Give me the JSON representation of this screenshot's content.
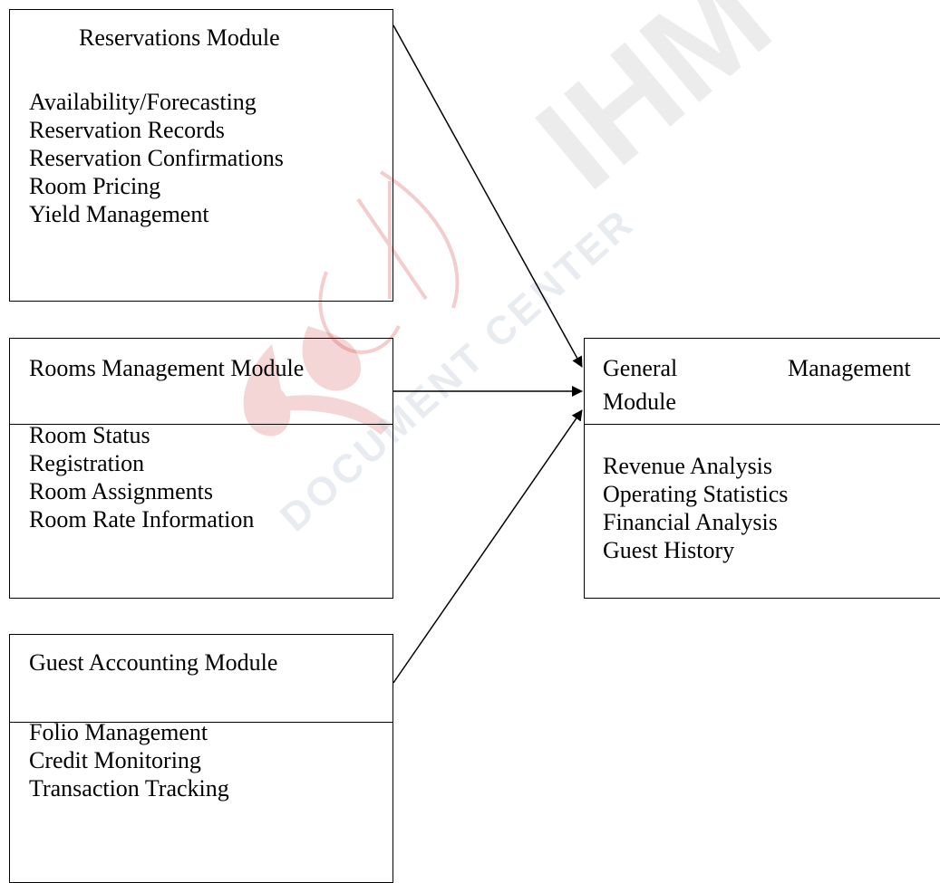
{
  "watermark": {
    "brand": "IHM",
    "subtitle": "DOCUMENT CENTER",
    "color": "#cc2222"
  },
  "reservations": {
    "title": "Reservations Module",
    "items": [
      "Availability/Forecasting",
      "Reservation Records",
      "Reservation Confirmations",
      "Room Pricing",
      "Yield Management"
    ]
  },
  "rooms": {
    "title": "Rooms Management Module",
    "items": [
      "Room Status",
      "Registration",
      "Room Assignments",
      "Room Rate Information"
    ]
  },
  "guest": {
    "title": "Guest Accounting Module",
    "items": [
      "Folio Management",
      "Credit Monitoring",
      "Transaction Tracking"
    ]
  },
  "general": {
    "title_word1": "General",
    "title_word2": "Management",
    "title_line2": "Module",
    "items": [
      "Revenue Analysis",
      "Operating Statistics",
      "Financial Analysis",
      "Guest History"
    ]
  }
}
